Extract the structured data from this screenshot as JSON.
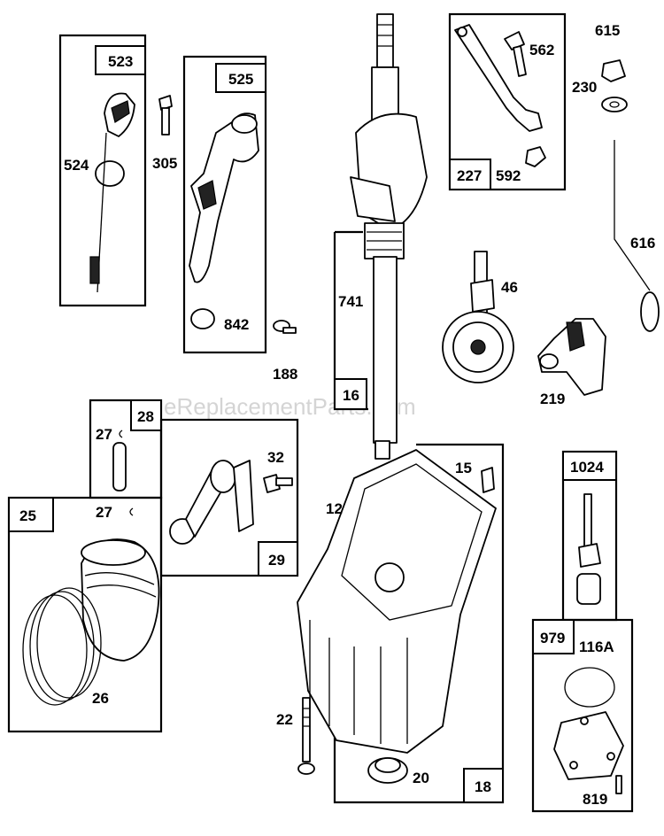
{
  "watermark": "eReplacementParts.com",
  "boxes": {
    "b523": "523",
    "b525": "525",
    "b16": "16",
    "b227": "227",
    "b28": "28",
    "b25": "25",
    "b29": "29",
    "b18": "18",
    "b1024": "1024",
    "b979": "979"
  },
  "labels": {
    "l524": "524",
    "l305": "305",
    "l842": "842",
    "l188": "188",
    "l741": "741",
    "l562": "562",
    "l592": "592",
    "l615": "615",
    "l230": "230",
    "l616": "616",
    "l46": "46",
    "l219": "219",
    "l27a": "27",
    "l27b": "27",
    "l32": "32",
    "l26": "26",
    "l15": "15",
    "l12": "12",
    "l22": "22",
    "l20": "20",
    "l116A": "116A",
    "l819": "819"
  }
}
